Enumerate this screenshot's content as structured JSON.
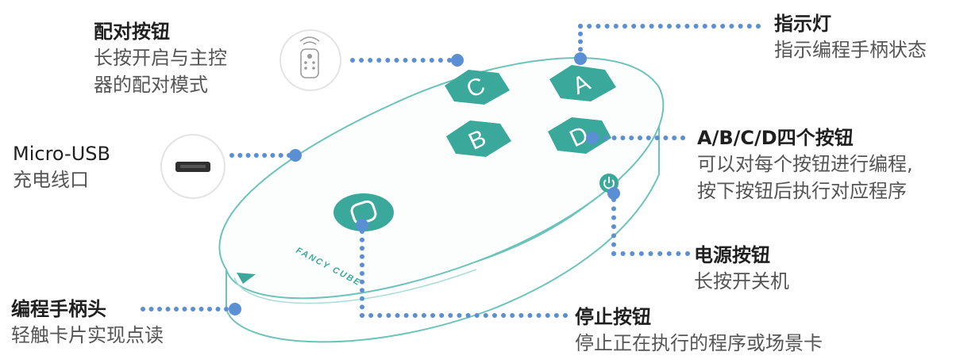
{
  "labels": {
    "pair": {
      "title": "配对按钮",
      "desc": [
        "长按开启与主控",
        "器的配对模式"
      ]
    },
    "indicator": {
      "title": "指示灯",
      "desc": [
        "指示编程手柄状态"
      ]
    },
    "usb": {
      "title": "Micro-USB",
      "desc": [
        "充电线口"
      ]
    },
    "abcd": {
      "title": "A/B/C/D四个按钮",
      "desc": [
        "可以对每个按钮进行编程,",
        "按下按钮后执行对应程序"
      ]
    },
    "power": {
      "title": "电源按钮",
      "desc": [
        "长按开关机"
      ]
    },
    "head": {
      "title": "编程手柄头",
      "desc": [
        "轻触卡片实现点读"
      ]
    },
    "stop": {
      "title": "停止按钮",
      "desc": [
        "停止正在执行的程序或场景卡"
      ]
    }
  },
  "device": {
    "buttons": [
      "C",
      "A",
      "B",
      "D"
    ],
    "brand": "FANCY CUBE"
  },
  "colors": {
    "teal": "#3aa89a",
    "outline": "#6cc3ba",
    "dots": "#5b8fd3",
    "text": "#222222"
  },
  "icons": [
    "remote-icon",
    "usb-port-icon",
    "power-icon",
    "stop-icon",
    "arrow-icon"
  ]
}
